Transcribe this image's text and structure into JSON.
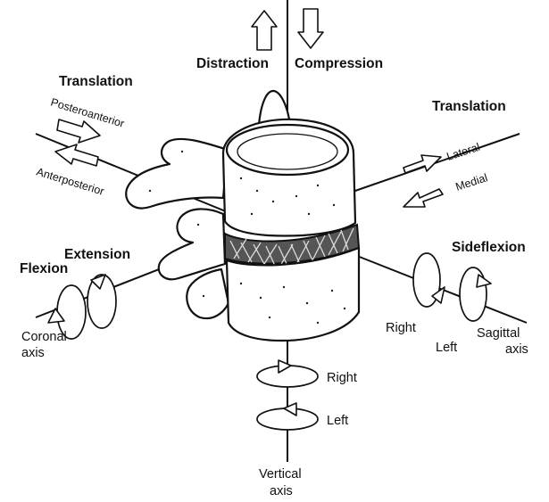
{
  "labels": {
    "distraction": "Distraction",
    "compression": "Compression",
    "translation_left": "Translation",
    "posteroanterior": "Posteroanterior",
    "anterposterior": "Anterposterior",
    "translation_right": "Translation",
    "lateral": "Lateral",
    "medial": "Medial",
    "extension": "Extension",
    "flexion": "Flexion",
    "coronal_axis_line1": "Coronal",
    "coronal_axis_line2": "axis",
    "sideflexion": "Sideflexion",
    "sideflexion_right": "Right",
    "sideflexion_left": "Left",
    "sagittal_axis_line1": "Sagittal",
    "sagittal_axis_line2": "axis",
    "rotation_right": "Right",
    "rotation_left": "Left",
    "vertical_axis_line1": "Vertical",
    "vertical_axis_line2": "axis"
  },
  "colors": {
    "ink": "#111111",
    "background": "#ffffff"
  }
}
